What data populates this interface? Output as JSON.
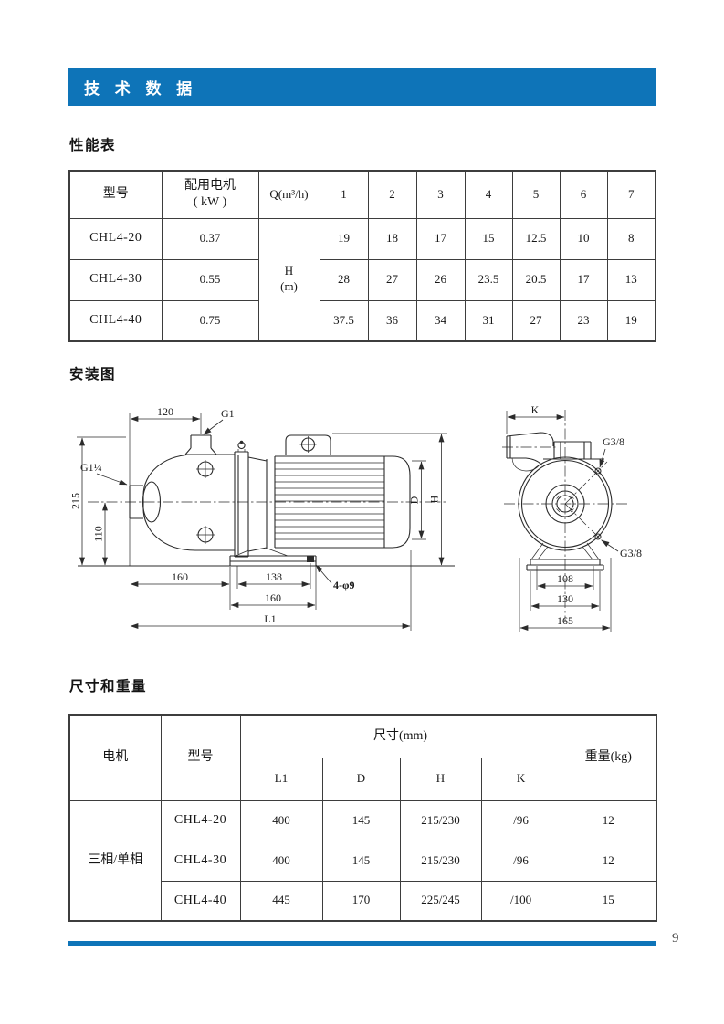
{
  "page": {
    "header_title": "技 术 数 据",
    "page_number": "9",
    "accent_color": "#0e74b8"
  },
  "performance": {
    "heading": "性能表",
    "table": {
      "col_model": "型号",
      "col_motor_line1": "配用电机",
      "col_motor_line2": "( kW )",
      "col_flow": "Q(m³/h)",
      "flow_values": [
        "1",
        "2",
        "3",
        "4",
        "5",
        "6",
        "7"
      ],
      "head_label_line1": "H",
      "head_label_line2": "(m)",
      "rows": [
        {
          "model": "CHL4-20",
          "power": "0.37",
          "heads": [
            "19",
            "18",
            "17",
            "15",
            "12.5",
            "10",
            "8"
          ]
        },
        {
          "model": "CHL4-30",
          "power": "0.55",
          "heads": [
            "28",
            "27",
            "26",
            "23.5",
            "20.5",
            "17",
            "13"
          ]
        },
        {
          "model": "CHL4-40",
          "power": "0.75",
          "heads": [
            "37.5",
            "36",
            "34",
            "31",
            "27",
            "23",
            "19"
          ]
        }
      ]
    }
  },
  "installation": {
    "heading": "安装图",
    "side": {
      "dim_120": "120",
      "port_top": "G1",
      "port_side": "G1¼",
      "dim_215": "215",
      "dim_110": "110",
      "dim_160_a": "160",
      "dim_138": "138",
      "dim_160_b": "160",
      "dim_l1": "L1",
      "holes": "4-φ9",
      "dim_d": "D",
      "dim_h": "H"
    },
    "front": {
      "dim_k": "K",
      "plug_top": "G3/8",
      "plug_bottom": "G3/8",
      "dim_108": "108",
      "dim_130": "130",
      "dim_165": "165"
    }
  },
  "dimensions": {
    "heading": "尺寸和重量",
    "table": {
      "col_motor": "电机",
      "col_model": "型号",
      "col_size": "尺寸(mm)",
      "size_headers": [
        "L1",
        "D",
        "H",
        "K"
      ],
      "col_weight": "重量(kg)",
      "motor_type": "三相/单相",
      "rows": [
        {
          "model": "CHL4-20",
          "l1": "400",
          "d": "145",
          "h": "215/230",
          "k": "/96",
          "weight": "12"
        },
        {
          "model": "CHL4-30",
          "l1": "400",
          "d": "145",
          "h": "215/230",
          "k": "/96",
          "weight": "12"
        },
        {
          "model": "CHL4-40",
          "l1": "445",
          "d": "170",
          "h": "225/245",
          "k": "/100",
          "weight": "15"
        }
      ]
    }
  }
}
